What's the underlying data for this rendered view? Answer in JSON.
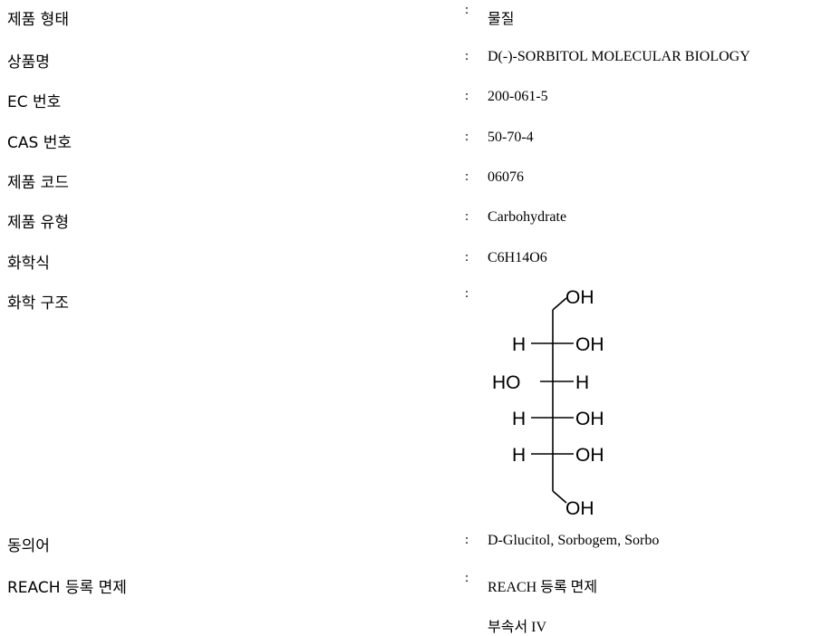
{
  "rows": [
    {
      "label": "제품 형태",
      "value": "물질"
    },
    {
      "label": "상품명",
      "value": "D(-)-SORBITOL MOLECULAR BIOLOGY"
    },
    {
      "label": "EC 번호",
      "value": "200-061-5"
    },
    {
      "label": "CAS 번호",
      "value": "50-70-4"
    },
    {
      "label": "제품 코드",
      "value": "06076"
    },
    {
      "label": "제품 유형",
      "value": "Carbohydrate"
    },
    {
      "label": "화학식",
      "value": "C6H14O6"
    },
    {
      "label": "화학 구조",
      "value": ""
    },
    {
      "label": "동의어",
      "value": "D-Glucitol, Sorbogem, Sorbo"
    },
    {
      "label": "REACH 등록 면제",
      "value": "REACH 등록 면제",
      "value2": "부속서 IV"
    }
  ],
  "colon": ":",
  "structure": {
    "top": "OH",
    "rows": [
      {
        "left": "H",
        "right": "OH"
      },
      {
        "left": "HO",
        "right": "H"
      },
      {
        "left": "H",
        "right": "OH"
      },
      {
        "left": "H",
        "right": "OH"
      }
    ],
    "bottom": "OH"
  }
}
